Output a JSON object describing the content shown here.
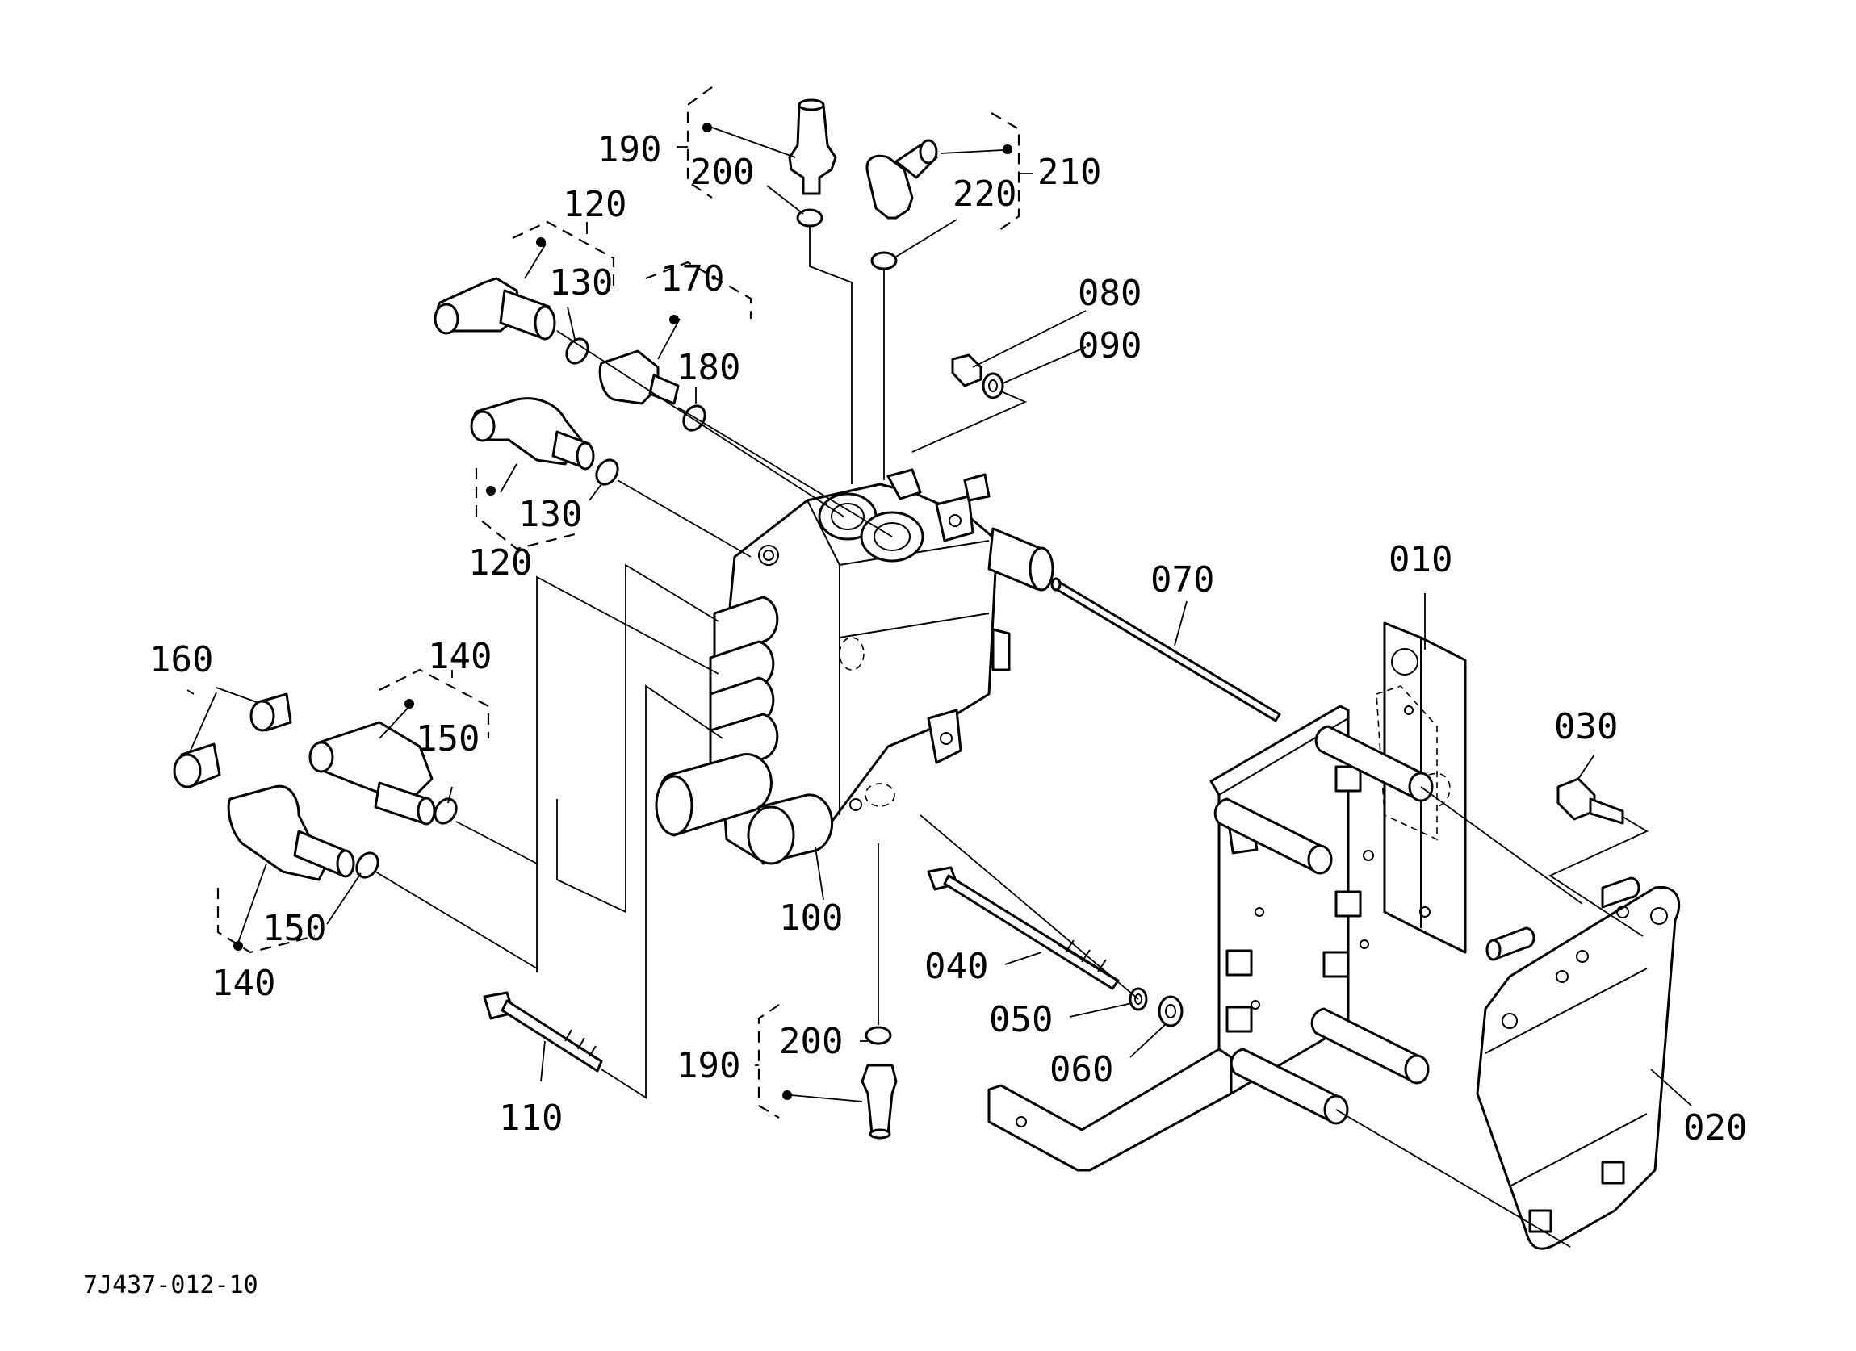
{
  "diagram_code": "7J437-012-10",
  "callouts": {
    "c010": "010",
    "c020": "020",
    "c030": "030",
    "c040": "040",
    "c050": "050",
    "c060": "060",
    "c070": "070",
    "c080": "080",
    "c090": "090",
    "c100": "100",
    "c110": "110",
    "c120a": "120",
    "c120b": "120",
    "c130a": "130",
    "c130b": "130",
    "c140a": "140",
    "c140b": "140",
    "c150a": "150",
    "c150b": "150",
    "c160": "160",
    "c170": "170",
    "c180": "180",
    "c190a": "190",
    "c190b": "190",
    "c200a": "200",
    "c200b": "200",
    "c210": "210",
    "c220": "220"
  }
}
